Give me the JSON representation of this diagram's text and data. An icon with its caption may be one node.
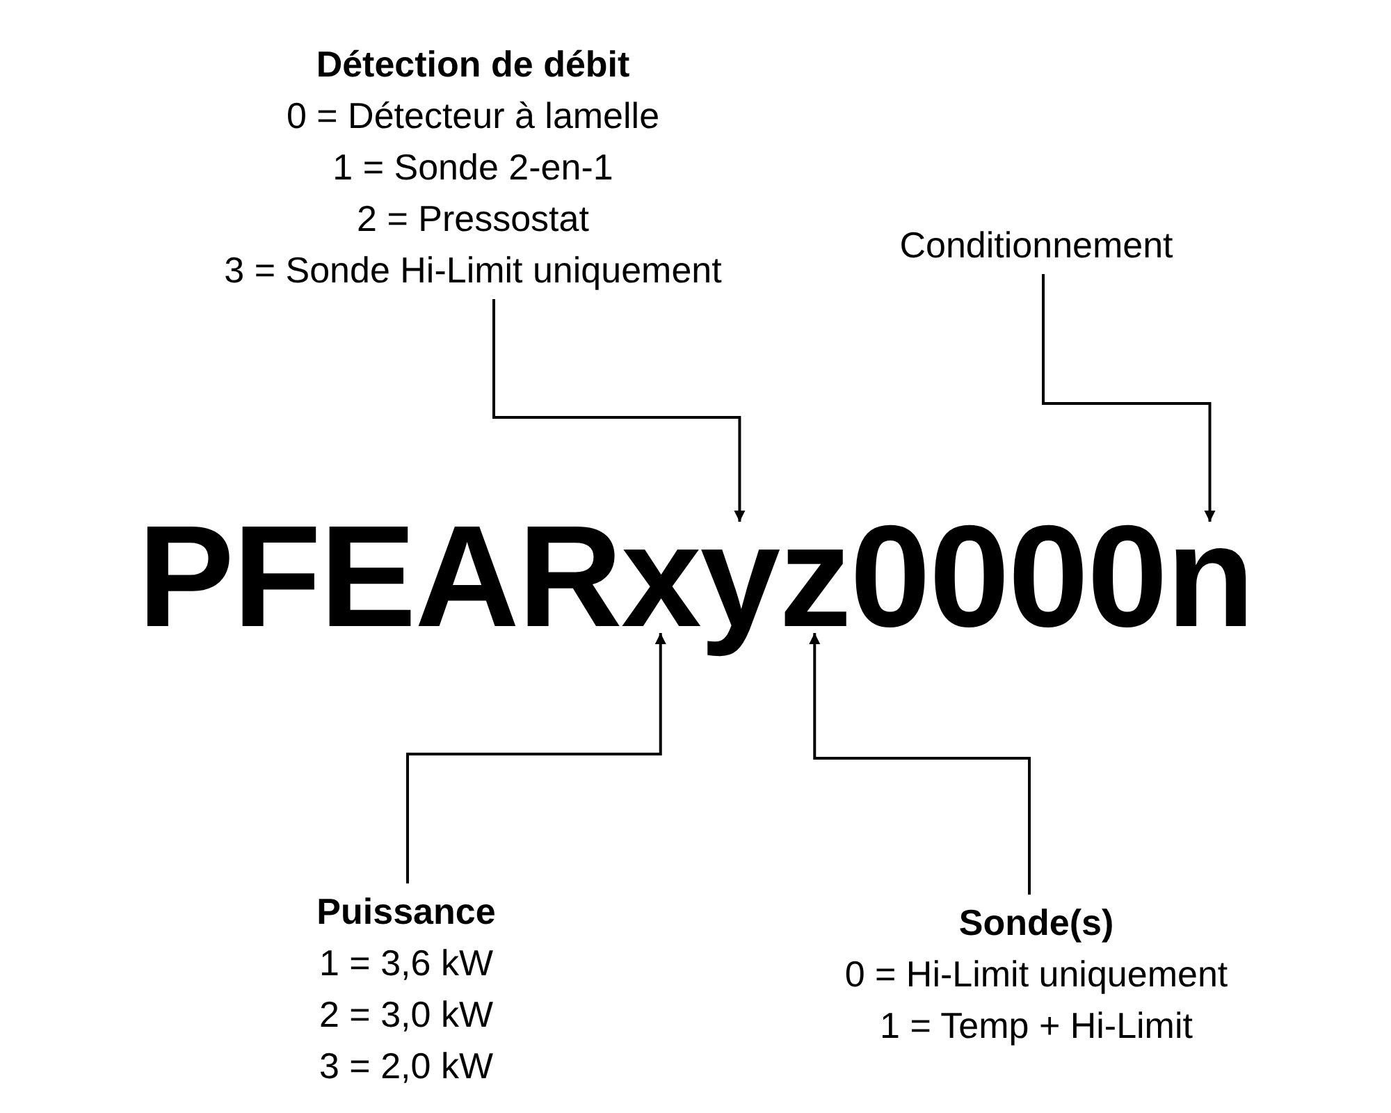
{
  "diagram": {
    "nodes": [
      {
        "text": [
          "Détection de débit",
          "0 = Détecteur à lamelle",
          "1 = Sonde 2-en-1",
          "2 = Pressostat",
          "3 = Sonde Hi-Limit uniquement"
        ]
      },
      {
        "text": [
          "Conditionnement"
        ]
      },
      {
        "text": [
          "Puissance",
          "1 = 3,6 kW",
          "2 = 3,0 kW",
          "3 = 2,0 kW"
        ]
      },
      {
        "text": [
          "Sonde(s)",
          "0 = Hi-Limit uniquement",
          "1 = Temp + Hi-Limit"
        ]
      },
      {
        "text": [
          "PFEARxyz0000n"
        ]
      }
    ],
    "edges": [
      {
        "from": 0,
        "to": 4,
        "arrow": "to"
      },
      {
        "from": 1,
        "to": 4,
        "arrow": "to"
      },
      {
        "from": 2,
        "to": 4,
        "arrow": "to"
      },
      {
        "from": 3,
        "to": 4,
        "arrow": "to"
      }
    ]
  }
}
